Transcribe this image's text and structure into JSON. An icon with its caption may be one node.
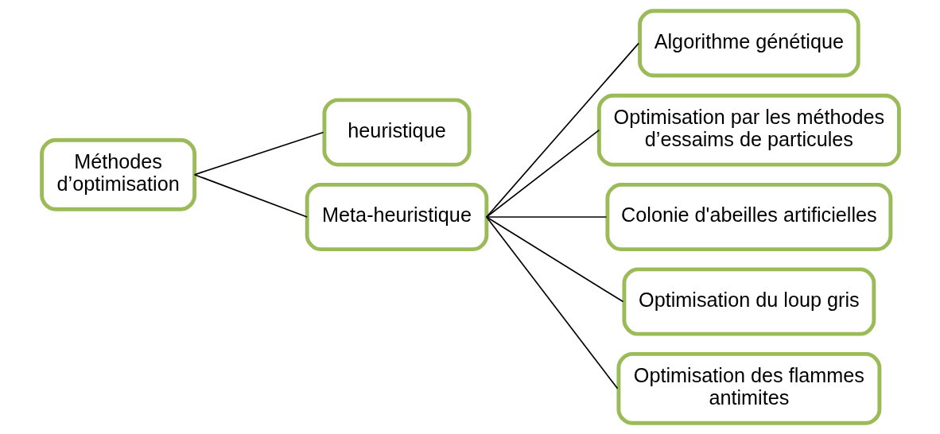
{
  "diagram": {
    "nodes": [
      {
        "text": [
          "Méthodes d’optimisation"
        ]
      },
      {
        "text": [
          "heuristique"
        ]
      },
      {
        "text": [
          "Meta-heuristique"
        ]
      },
      {
        "text": [
          "Algorithme génétique"
        ]
      },
      {
        "text": [
          "Optimisation par les méthodes d’essaims de particules"
        ]
      },
      {
        "text": [
          "Colonie d'abeilles artificielles"
        ]
      },
      {
        "text": [
          "Optimisation du loup gris"
        ]
      },
      {
        "text": [
          "Optimisation des flammes antimites"
        ]
      }
    ],
    "edges": [
      {
        "from": 0,
        "to": 1,
        "arrow": "none"
      },
      {
        "from": 0,
        "to": 2,
        "arrow": "none"
      },
      {
        "from": 2,
        "to": 3,
        "arrow": "none"
      },
      {
        "from": 2,
        "to": 4,
        "arrow": "none"
      },
      {
        "from": 2,
        "to": 5,
        "arrow": "none"
      },
      {
        "from": 2,
        "to": 6,
        "arrow": "none"
      },
      {
        "from": 2,
        "to": 7,
        "arrow": "none"
      }
    ]
  }
}
